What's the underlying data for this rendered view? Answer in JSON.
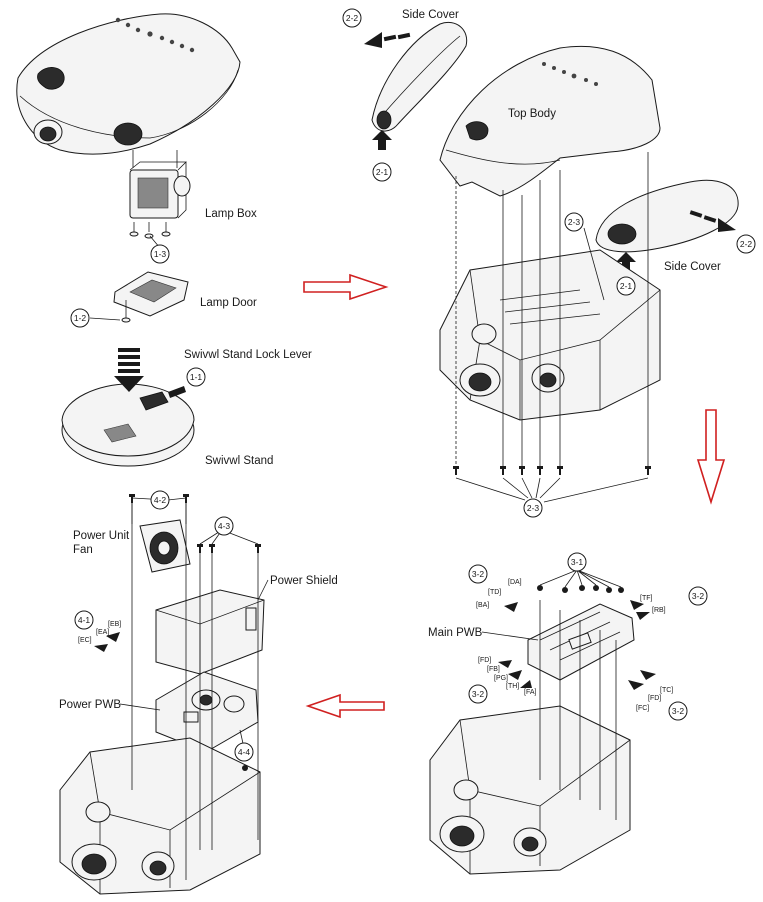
{
  "labels": {
    "side_cover_top": "Side Cover",
    "top_body": "Top Body",
    "side_cover_right": "Side Cover",
    "lamp_box": "Lamp Box",
    "lamp_door": "Lamp Door",
    "swivel_lock_lever": "Swivwl Stand Lock Lever",
    "swivel_stand": "Swivwl Stand",
    "power_unit_fan": "Power Unit\nFan",
    "power_unit_fan_l1": "Power Unit",
    "power_unit_fan_l2": "Fan",
    "power_shield": "Power Shield",
    "power_pwb": "Power PWB",
    "main_pwb": "Main PWB"
  },
  "callouts": {
    "c1_1": "1-1",
    "c1_2": "1-2",
    "c1_3": "1-3",
    "c2_1a": "2-1",
    "c2_1b": "2-1",
    "c2_2a": "2-2",
    "c2_2b": "2-2",
    "c2_3a": "2-3",
    "c2_3b": "2-3",
    "c3_1": "3-1",
    "c3_2a": "3-2",
    "c3_2b": "3-2",
    "c3_2c": "3-2",
    "c3_2d": "3-2",
    "c4_1": "4-1",
    "c4_2": "4-2",
    "c4_3": "4-3",
    "c4_4": "4-4"
  },
  "connectors": {
    "DA": "[DA]",
    "TD": "[TD]",
    "BA": "[BA]",
    "TF": "[TF]",
    "RB": "[RB]",
    "FD": "[FD]",
    "FB": "[FB]",
    "PG": "[PG]",
    "TH": "[TH]",
    "FA": "[FA]",
    "TC": "[TC]",
    "FD2": "[FD]",
    "FC": "[FC]",
    "EB": "[EB]",
    "EA": "[EA]",
    "EC": "[EC]"
  },
  "colors": {
    "flow_arrow": "#d02020",
    "line": "#1a1a1a"
  }
}
